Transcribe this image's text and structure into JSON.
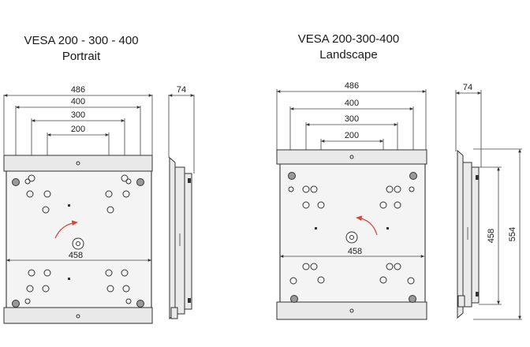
{
  "portrait": {
    "title": "VESA 200 - 300 - 400",
    "subtitle": "Portrait",
    "dims": {
      "w486": "486",
      "w400": "400",
      "w300": "300",
      "w200": "200",
      "w458": "458",
      "depth": "74"
    }
  },
  "landscape": {
    "title": "VESA 200-300-400",
    "subtitle": "Landscape",
    "dims": {
      "w486": "486",
      "w400": "400",
      "w300": "300",
      "w200": "200",
      "w458": "458",
      "depth": "74",
      "h458": "458",
      "h554": "554"
    }
  },
  "colors": {
    "line": "#333333",
    "rotation_arrow": "#e0403a",
    "plate_fill": "#f4f4f4"
  }
}
